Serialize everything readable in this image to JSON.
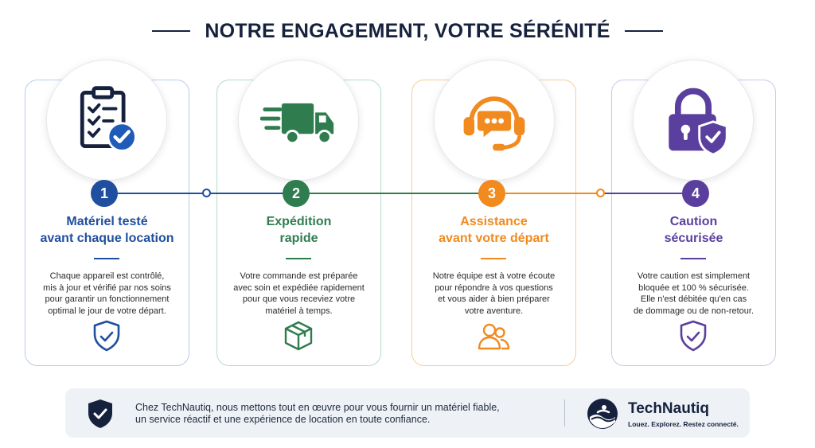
{
  "title": "NOTRE ENGAGEMENT, VOTRE SÉRÉNITÉ",
  "colors": {
    "navy": "#16223d",
    "blue": "#1f4f9e",
    "green": "#2f7d4f",
    "orange": "#f18a1f",
    "purple": "#5b3f9e"
  },
  "cards": [
    {
      "number": "1",
      "title_lines": [
        "Matériel testé",
        "avant chaque location"
      ],
      "body_lines": [
        "Chaque appareil est contrôlé,",
        "mis à jour et vérifié par nos soins",
        "pour garantir un fonctionnement",
        "optimal le jour de votre départ."
      ],
      "icon": "clipboard-check-icon",
      "small_icon": "shield-check-icon"
    },
    {
      "number": "2",
      "title_lines": [
        "Expédition",
        "rapide"
      ],
      "body_lines": [
        "Votre commande est préparée",
        "avec soin et expédiée rapidement",
        "pour que vous receviez votre",
        "matériel à temps."
      ],
      "icon": "delivery-truck-icon",
      "small_icon": "package-box-icon"
    },
    {
      "number": "3",
      "title_lines": [
        "Assistance",
        "avant votre départ"
      ],
      "body_lines": [
        "Notre équipe est à votre écoute",
        "pour répondre à vos questions",
        "et vous aider à bien préparer",
        "votre aventure."
      ],
      "icon": "headset-chat-icon",
      "small_icon": "people-icon"
    },
    {
      "number": "4",
      "title_lines": [
        "Caution",
        "sécurisée"
      ],
      "body_lines": [
        "Votre caution est simplement",
        "bloquée et 100 % sécurisée.",
        "Elle n'est débitée qu'en cas",
        "de dommage ou de non-retour."
      ],
      "icon": "padlock-shield-icon",
      "small_icon": "shield-check-icon"
    }
  ],
  "footer": {
    "lines": [
      "Chez TechNautiq, nous mettons tout en œuvre pour vous fournir un matériel fiable,",
      "un service réactif et une expérience de location en toute confiance."
    ],
    "brand_name": "TechNautiq",
    "tagline": "Louez. Explorez. Restez connecté."
  }
}
